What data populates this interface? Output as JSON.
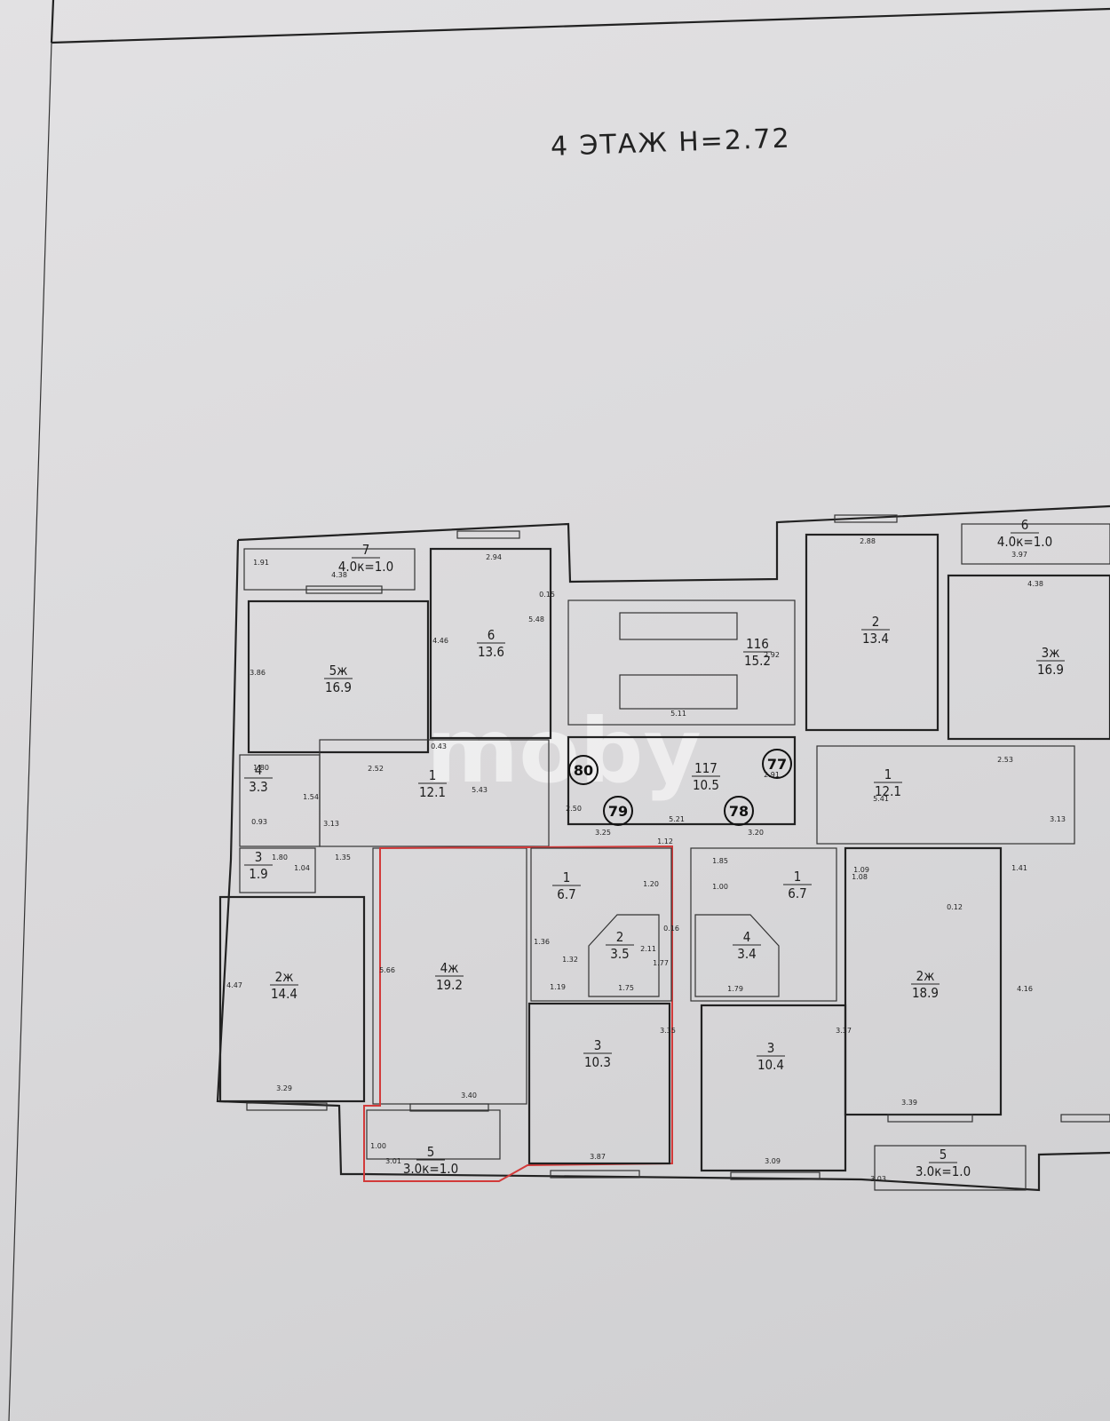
{
  "title": "4 ЭТАЖ Н=2.72",
  "watermark": "moby",
  "axes": [
    "80",
    "79",
    "78",
    "77"
  ],
  "rooms": [
    {
      "id": "r-7",
      "name": "7",
      "area": "4.0к=1.0"
    },
    {
      "id": "r-6l",
      "name": "6",
      "area": "13.6"
    },
    {
      "id": "r-5zh",
      "name": "5ж",
      "area": "16.9"
    },
    {
      "id": "r-4",
      "name": "4",
      "area": "3.3"
    },
    {
      "id": "r-1l",
      "name": "1",
      "area": "12.1"
    },
    {
      "id": "r-3s",
      "name": "3",
      "area": "1.9"
    },
    {
      "id": "r-2zh",
      "name": "2ж",
      "area": "14.4"
    },
    {
      "id": "r-4zh",
      "name": "4ж",
      "area": "19.2"
    },
    {
      "id": "r-5l",
      "name": "5",
      "area": "3.0к=1.0"
    },
    {
      "id": "r-116",
      "name": "116",
      "area": "15.2"
    },
    {
      "id": "r-117",
      "name": "117",
      "area": "10.5"
    },
    {
      "id": "r-1c1",
      "name": "1",
      "area": "6.7"
    },
    {
      "id": "r-2c",
      "name": "2",
      "area": "3.5"
    },
    {
      "id": "r-3c1",
      "name": "3",
      "area": "10.3"
    },
    {
      "id": "r-1c2",
      "name": "1",
      "area": "6.7"
    },
    {
      "id": "r-4c",
      "name": "4",
      "area": "3.4"
    },
    {
      "id": "r-3c2",
      "name": "3",
      "area": "10.4"
    },
    {
      "id": "r-2r",
      "name": "2",
      "area": "13.4"
    },
    {
      "id": "r-3zh",
      "name": "3ж",
      "area": "16.9"
    },
    {
      "id": "r-6r",
      "name": "6",
      "area": "4.0к=1.0"
    },
    {
      "id": "r-1r",
      "name": "1",
      "area": "12.1"
    },
    {
      "id": "r-2zhr",
      "name": "2ж",
      "area": "18.9"
    },
    {
      "id": "r-5r",
      "name": "5",
      "area": "3.0к=1.0"
    }
  ],
  "dimensions": [
    "1.91",
    "4.38",
    "2.94",
    "0.15",
    "4.46",
    "5.48",
    "3.86",
    "0.43",
    "1.80",
    "2.52",
    "5.43",
    "1.54",
    "0.93",
    "3.13",
    "1.35",
    "1.80",
    "1.04",
    "4.47",
    "5.66",
    "3.29",
    "3.40",
    "1.00",
    "3.01",
    "2.92",
    "5.11",
    "2.91",
    "5.21",
    "2.50",
    "3.25",
    "3.20",
    "1.12",
    "1.20",
    "0.16",
    "1.00",
    "1.36",
    "1.32",
    "2.11",
    "1.75",
    "1.19",
    "1.77",
    "1.79",
    "1.08",
    "3.35",
    "3.87",
    "3.37",
    "3.09",
    "2.88",
    "4.38",
    "3.97",
    "2.53",
    "5.41",
    "1.41",
    "1.09",
    "4.16",
    "3.39",
    "3.03",
    "1.85",
    "0.12",
    "3.13"
  ]
}
